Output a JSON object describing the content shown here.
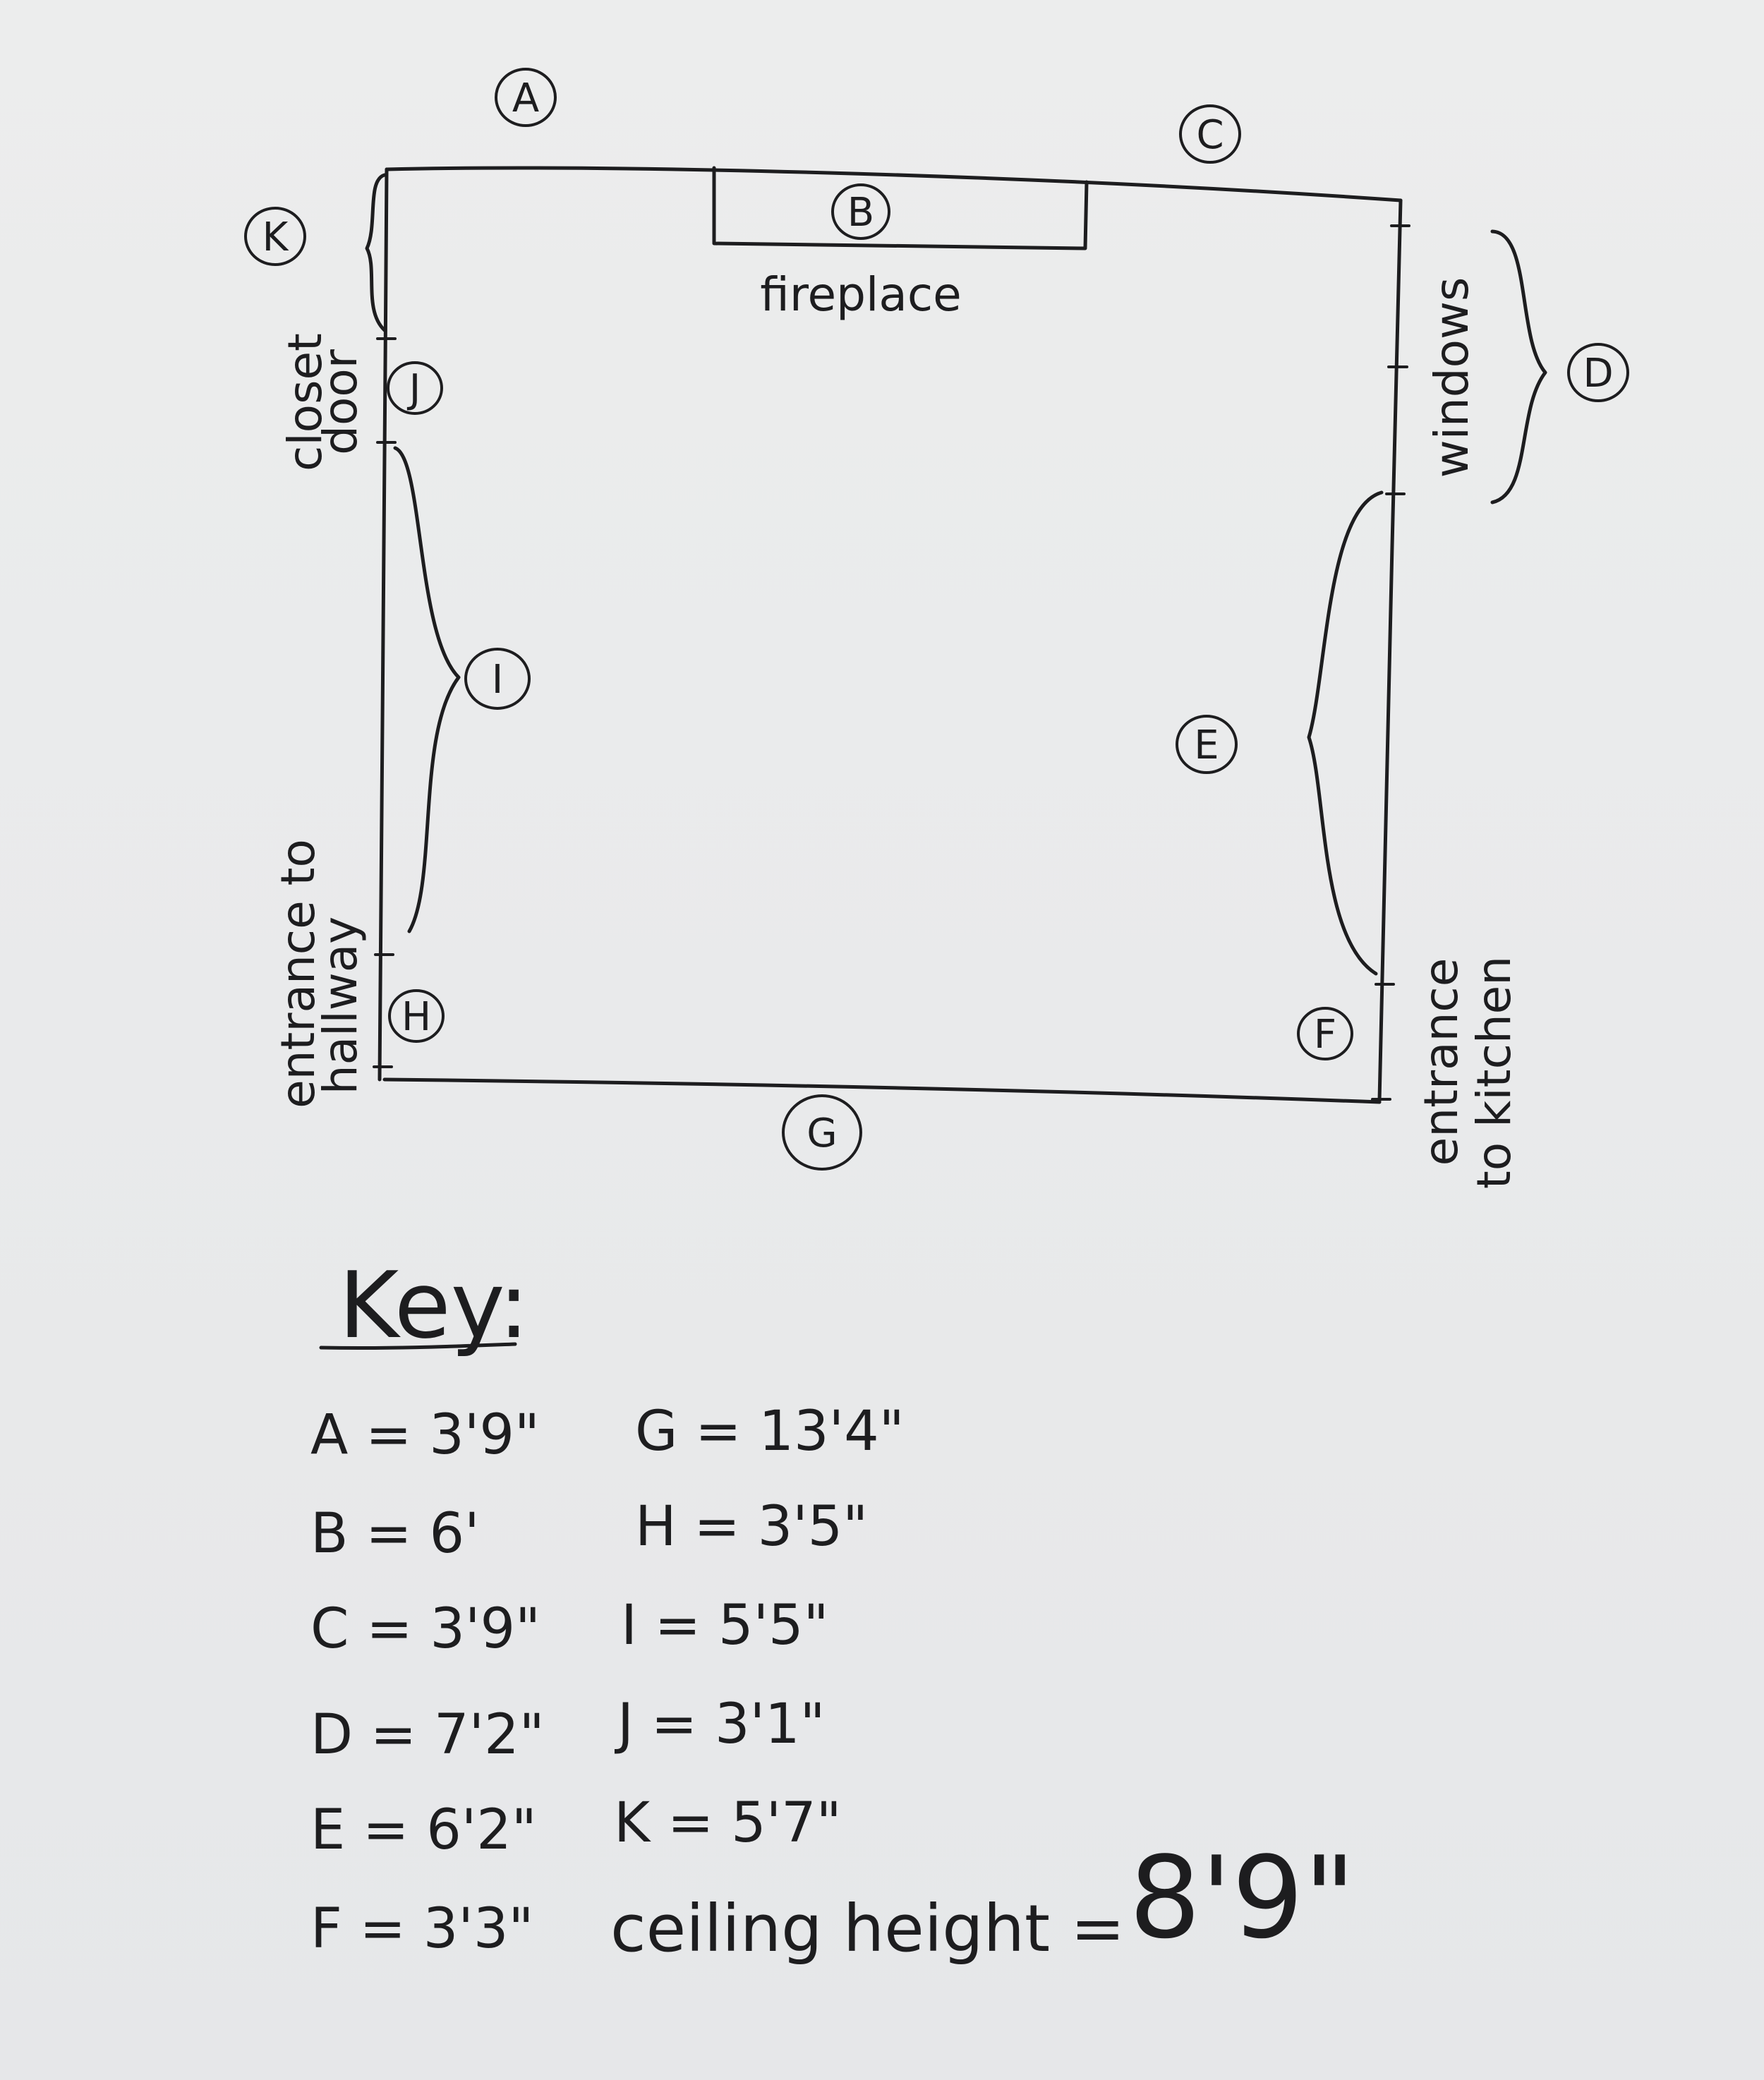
{
  "diagram": {
    "labels": {
      "A": "A",
      "B": "B",
      "C": "C",
      "D": "D",
      "E": "E",
      "F": "F",
      "G": "G",
      "H": "H",
      "I": "I",
      "J": "J",
      "K": "K"
    },
    "notes": {
      "fireplace": "fireplace",
      "windows": "windows",
      "closet_line1": "closet",
      "closet_line2": "door",
      "hallway_line1": "entrance to",
      "hallway_line2": "hallway",
      "kitchen_line1": "entrance",
      "kitchen_line2": "to kitchen"
    }
  },
  "key": {
    "title": "Key:",
    "left": [
      "A = 3'9\"",
      "B = 6'",
      "C = 3'9\"",
      "D = 7'2\"",
      "E = 6'2\"",
      "F = 3'3\""
    ],
    "right": [
      "G = 13'4\"",
      "H = 3'5\"",
      "I = 5'5\"",
      "J = 3'1\"",
      "K = 5'7\""
    ],
    "ceiling_label": "ceiling height =",
    "ceiling_value": "8'9\""
  }
}
